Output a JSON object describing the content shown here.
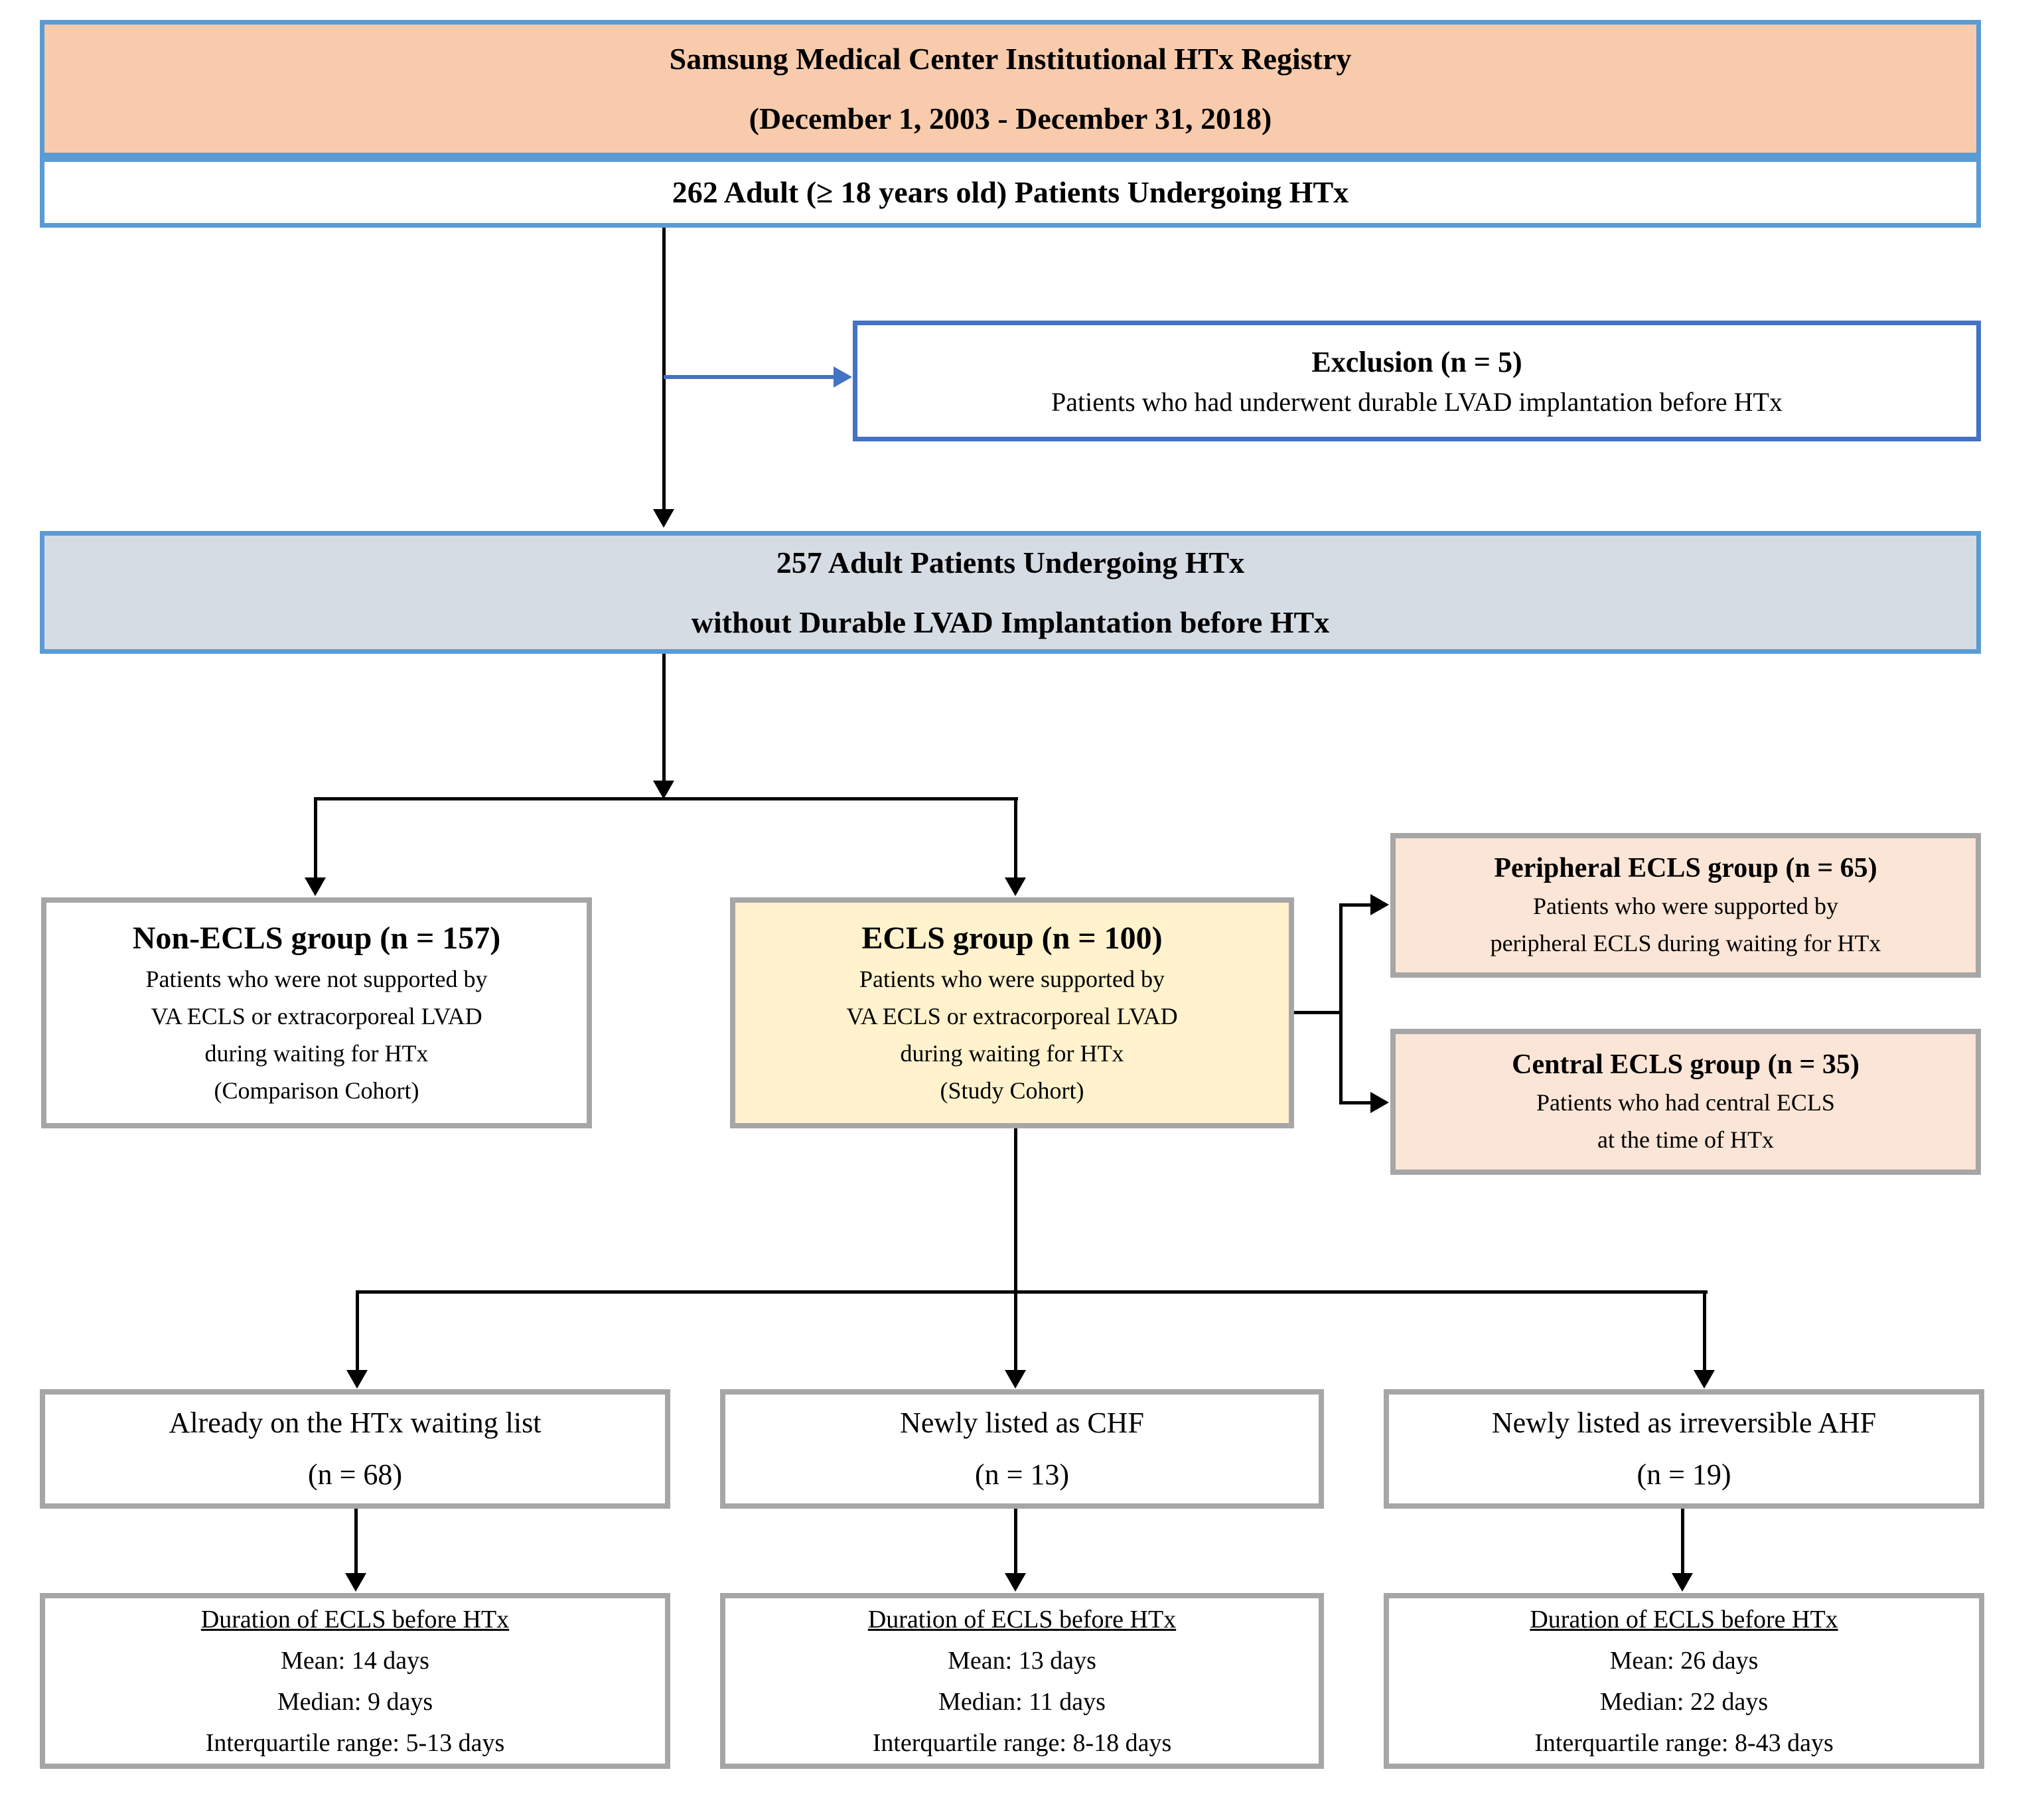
{
  "colors": {
    "orange_fill": "#F8CBAD",
    "bluegray_fill": "#D6DCE4",
    "yellow_fill": "#FFF2CC",
    "peach_fill": "#FBE5D6",
    "blue_border_light": "#5B9BD5",
    "blue_border_dark": "#4472C4",
    "gray_border": "#A6A6A6",
    "line_black": "#000000"
  },
  "registry_box": {
    "line1": "Samsung Medical Center Institutional HTx Registry",
    "line2": "(December 1, 2003 - December 31, 2018)"
  },
  "adults_box": {
    "text": "262 Adult (≥ 18 years old) Patients Undergoing HTx"
  },
  "exclusion_box": {
    "title": "Exclusion (n = 5)",
    "body": "Patients who had underwent durable LVAD implantation before HTx"
  },
  "no_lvad_box": {
    "line1": "257 Adult Patients Undergoing HTx",
    "line2": "without Durable LVAD Implantation before HTx"
  },
  "non_ecls_box": {
    "title": "Non-ECLS group (n = 157)",
    "body": [
      "Patients who were not supported by",
      "VA ECLS or extracorporeal LVAD",
      "during waiting for HTx",
      "(Comparison Cohort)"
    ]
  },
  "ecls_box": {
    "title": "ECLS group (n = 100)",
    "body": [
      "Patients who were supported by",
      "VA ECLS or extracorporeal LVAD",
      "during waiting for HTx",
      "(Study Cohort)"
    ]
  },
  "peripheral_box": {
    "title": "Peripheral ECLS group (n = 65)",
    "body": [
      "Patients who were supported by",
      "peripheral ECLS during waiting for HTx"
    ]
  },
  "central_box": {
    "title": "Central ECLS group (n = 35)",
    "body": [
      "Patients who had central ECLS",
      "at the time of HTx"
    ]
  },
  "listing_boxes": [
    {
      "line1": "Already on the HTx waiting list",
      "line2": "(n = 68)"
    },
    {
      "line1": "Newly listed as CHF",
      "line2": "(n = 13)"
    },
    {
      "line1": "Newly listed as irreversible AHF",
      "line2": "(n = 19)"
    }
  ],
  "duration_boxes": [
    {
      "title": "Duration of ECLS before HTx",
      "mean": "Mean: 14 days",
      "median": "Median: 9 days",
      "iqr": "Interquartile range: 5-13 days"
    },
    {
      "title": "Duration of ECLS before HTx",
      "mean": "Mean: 13 days",
      "median": "Median: 11 days",
      "iqr": "Interquartile range: 8-18 days"
    },
    {
      "title": "Duration of ECLS before HTx",
      "mean": "Mean: 26 days",
      "median": "Median: 22 days",
      "iqr": "Interquartile range: 8-43 days"
    }
  ]
}
